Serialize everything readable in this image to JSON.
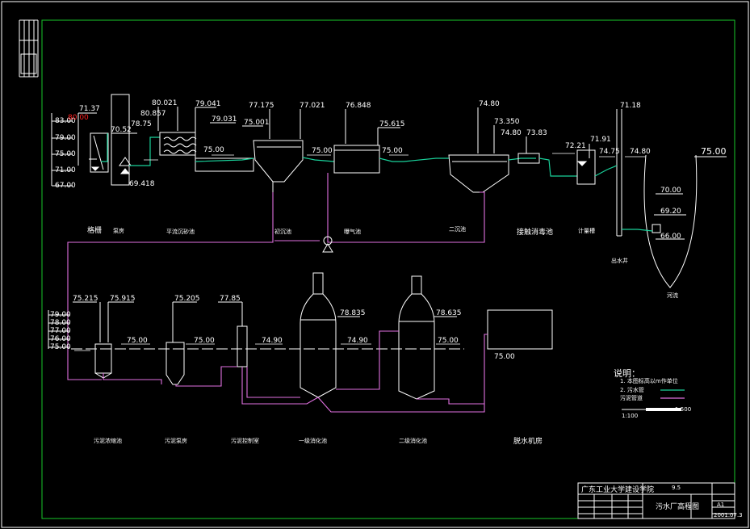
{
  "colors": {
    "background": "#000000",
    "border_green": "#17c82a",
    "water_line": "#19d19a",
    "sludge_line": "#e070e0",
    "highlight_red": "#ff2020"
  },
  "left_scale": {
    "top": "83.00",
    "red": "80.00",
    "v79": "79.00",
    "v75": "75.00",
    "v71": "71.00",
    "v67": "67.00"
  },
  "upper": {
    "e_7137": "71.37",
    "e_7052": "70.52",
    "e_7875": "78.75",
    "e_80021": "80.021",
    "e_80857": "80.857",
    "e_69418": "69.418",
    "e_79041": "79.041",
    "e_79031": "79.031",
    "e_7500a": "75.00",
    "e_77175": "77.175",
    "e_75001": "75.001",
    "e_77021": "77.021",
    "e_7500b": "75.00",
    "e_76848": "76.848",
    "e_75615": "75.615",
    "e_7500c": "75.00",
    "e_7480a": "74.80",
    "e_73350": "73.350",
    "e_7480b": "74.80",
    "e_7383": "73.83",
    "e_7221": "72.21",
    "e_7191": "71.91",
    "e_7118": "71.18",
    "e_7475": "74.75",
    "e_7480c": "74.80",
    "e_7500d": "75.00",
    "e_7000": "70.00",
    "e_6920": "69.20",
    "e_6600": "66.00",
    "lbl_grid": "格栅",
    "lbl_pump": "泵房",
    "lbl_grit": "平流沉砂池",
    "lbl_primary": "初沉池",
    "lbl_aeration": "曝气池",
    "lbl_secondary": "二沉池",
    "lbl_contact": "接触消毒池",
    "lbl_meter": "计量槽",
    "lbl_outfall": "出水井",
    "lbl_river": "河流"
  },
  "lower": {
    "scale_7900": "79.00",
    "scale_7800": "78.00",
    "scale_7700": "77.00",
    "scale_7600": "76.00",
    "scale_7500": "75.00",
    "e_75215": "75.215",
    "e_75915": "75.915",
    "e_7500a": "75.00",
    "e_75205": "75.205",
    "e_7500b": "75.00",
    "e_7785": "77.85",
    "e_7490a": "74.90",
    "e_78835": "78.835",
    "e_7490b": "74.90",
    "e_78635": "78.635",
    "e_7500c": "75.00",
    "e_7500d": "75.00",
    "lbl_thick": "污泥浓缩池",
    "lbl_sludge_pump": "污泥泵房",
    "lbl_control": "污泥控制室",
    "lbl_digest1": "一级消化池",
    "lbl_digest2": "二级消化池",
    "lbl_dewater": "脱水机房"
  },
  "legend": {
    "title": "说明：",
    "item1": "1. 本图标高以m作单位",
    "item2": "2. 污水管",
    "item3": "    污泥管道",
    "scale": "1:500",
    "scale2": "1:100"
  },
  "title_block": {
    "school": "广东工业大学建设学院",
    "drawing": "污水厂高程图",
    "no": "9.5",
    "sheet": "A1",
    "date": "2001.07.3"
  }
}
